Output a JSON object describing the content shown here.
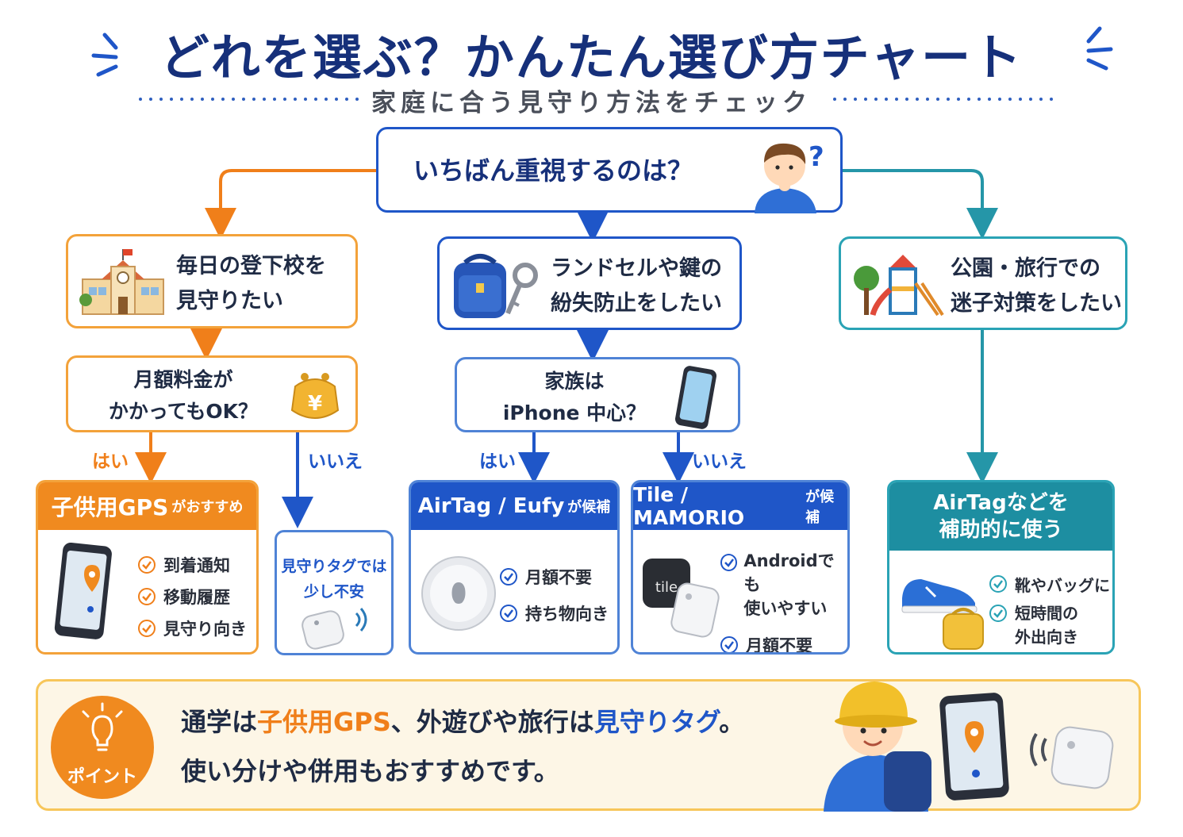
{
  "title": "どれを選ぶ？かんたん選び方チャート",
  "subtitle": "家庭に合う見守り方法をチェック",
  "root_question": "いちばん重視するのは？",
  "branches": {
    "left": {
      "line1": "毎日の登下校を",
      "line2": "見守りたい"
    },
    "center": {
      "line1": "ランドセルや鍵の",
      "line2": "紛失防止をしたい"
    },
    "right": {
      "line1": "公園・旅行での",
      "line2": "迷子対策をしたい"
    }
  },
  "sub_questions": {
    "left": {
      "line1": "月額料金が",
      "line2": "かかってもOK？"
    },
    "center": {
      "line1": "家族は",
      "line2": "iPhone 中心？"
    }
  },
  "answers": {
    "yes": "はい",
    "no": "いいえ"
  },
  "results": {
    "gps": {
      "title_main": "子供用GPS",
      "title_sub": "がおすすめ",
      "items": [
        "到着通知",
        "移動履歴",
        "見守り向き"
      ]
    },
    "tag_unsure": {
      "line1": "見守りタグでは",
      "line2": "少し不安"
    },
    "airtag": {
      "title_main": "AirTag / Eufy",
      "title_sub": "が候補",
      "items": [
        "月額不要",
        "持ち物向き"
      ]
    },
    "tile": {
      "title_main": "Tile / MAMORIO",
      "title_sub": "が候補",
      "items": [
        "Androidでも使いやすい",
        "月額不要"
      ],
      "item1_line1": "Androidでも",
      "item1_line2": "使いやすい",
      "tile_logo": "tile"
    },
    "aux": {
      "line1": "AirTagなどを",
      "line2": "補助的に使う",
      "items": [
        "靴やバッグに",
        "短時間の外出向き"
      ],
      "item2_line1": "短時間の",
      "item2_line2": "外出向き"
    }
  },
  "point": {
    "badge": "ポイント",
    "line1_a": "通学は",
    "line1_b": "子供用GPS",
    "line1_c": "、外遊びや旅行は",
    "line1_d": "見守りタグ",
    "line1_e": "。",
    "line2": "使い分けや併用もおすすめです。"
  },
  "colors": {
    "navy": "#16307a",
    "orange": "#f07f1a",
    "blue": "#1f56c8",
    "teal": "#2aa3b5",
    "yellow": "#f7c65a"
  }
}
